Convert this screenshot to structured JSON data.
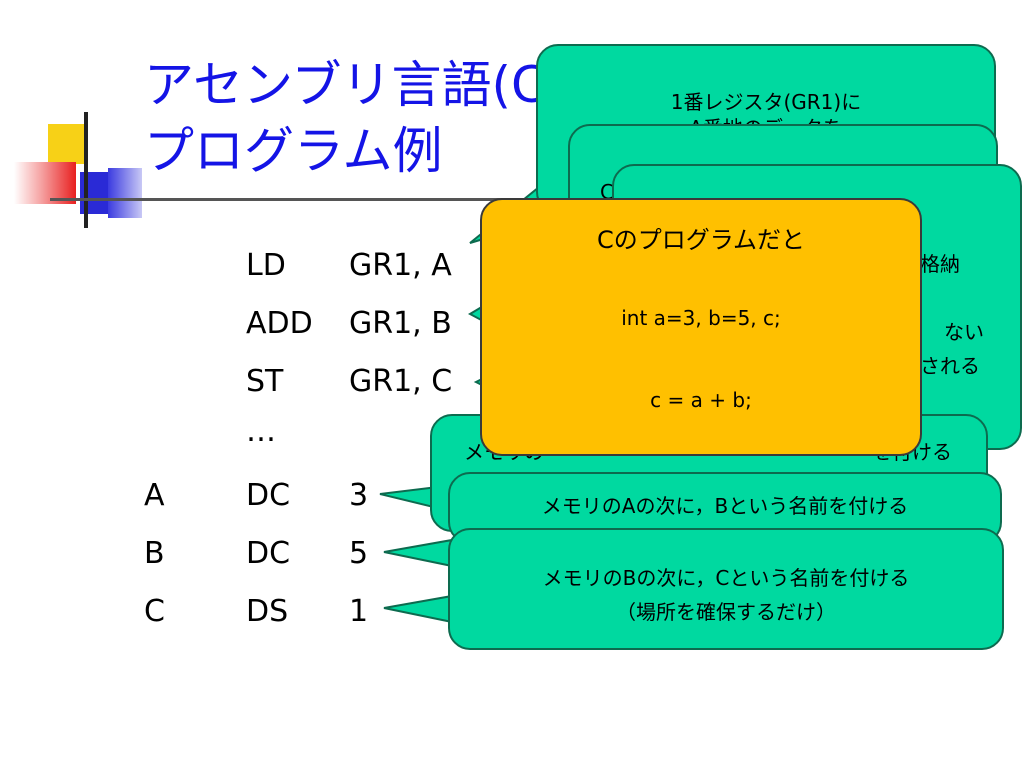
{
  "title": {
    "line1": "アセンブリ言語(C",
    "line2": "プログラム例"
  },
  "code": {
    "rows": [
      {
        "label": "",
        "op": "LD",
        "arg": "GR1, A"
      },
      {
        "label": "",
        "op": "ADD",
        "arg": "GR1, B"
      },
      {
        "label": "",
        "op": "ST",
        "arg": "GR1, C"
      },
      {
        "label": "",
        "op": "…",
        "arg": ""
      },
      {
        "label": "A",
        "op": "DC",
        "arg": "3"
      },
      {
        "label": "B",
        "op": "DC",
        "arg": "5"
      },
      {
        "label": "C",
        "op": "DS",
        "arg": "1"
      }
    ]
  },
  "callouts": {
    "ld": {
      "text": "1番レジスタ(GR1)に",
      "partial": "A番地のデータを"
    },
    "add_partial": "C",
    "st": {
      "frag1": "格納",
      "frag2": "ない",
      "frag3": "される"
    },
    "a": {
      "frag_left": "メモリの",
      "frag_right": "を付ける"
    },
    "b": {
      "text": "メモリのAの次に，Bという名前を付ける"
    },
    "c": {
      "line1": "メモリのBの次に，Cという名前を付ける",
      "line2": "（場所を確保するだけ）"
    },
    "c_program": {
      "heading": "Cのプログラムだと",
      "line1": "int a=3, b=5, c;",
      "line2": "c = a + b;"
    }
  },
  "colors": {
    "title": "#1414e6",
    "callout_green": "#00d9a0",
    "callout_orange": "#ffc000"
  }
}
